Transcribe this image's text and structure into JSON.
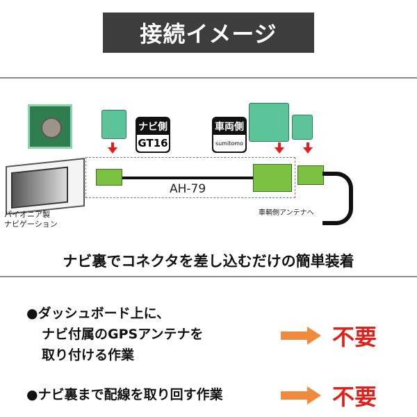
{
  "title": "接続イメージ",
  "diagram": {
    "navi_label": "ナビ側",
    "navi_connector": "GT16",
    "vehicle_label": "車両側",
    "vehicle_connector": "sumitomo",
    "cable_name": "AH-79",
    "antenna_label": "車輌側アンテナへ",
    "device_label_line1": "パイオニア製",
    "device_label_line2": "ナビゲーション"
  },
  "caption": "ナビ裏でコネクタを差し込むだけの簡単装着",
  "items": [
    {
      "lines": [
        "●ダッシュボード上に、",
        "ナビ付属のGPSアンテナを",
        "取り付ける作業"
      ],
      "result": "不要"
    },
    {
      "lines": [
        "●ナビ裏まで配線を取り回す作業"
      ],
      "result": "不要"
    }
  ],
  "colors": {
    "accent": "#e0201a",
    "arrow": "#f08a3c",
    "title_bg": "#3d3d3d"
  }
}
